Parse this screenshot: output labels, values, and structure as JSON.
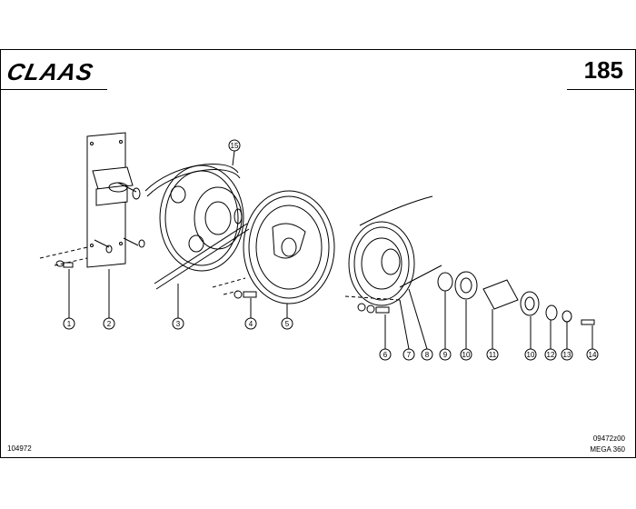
{
  "header": {
    "brand": "CLAAS",
    "page_number": "185"
  },
  "footer": {
    "ref_left": "104972",
    "ref_code": "09472z00",
    "model": "MEGA 360"
  },
  "callouts": [
    "1",
    "2",
    "3",
    "4",
    "5",
    "6",
    "7",
    "8",
    "9",
    "10",
    "11",
    "10",
    "12",
    "13",
    "14",
    "15"
  ]
}
